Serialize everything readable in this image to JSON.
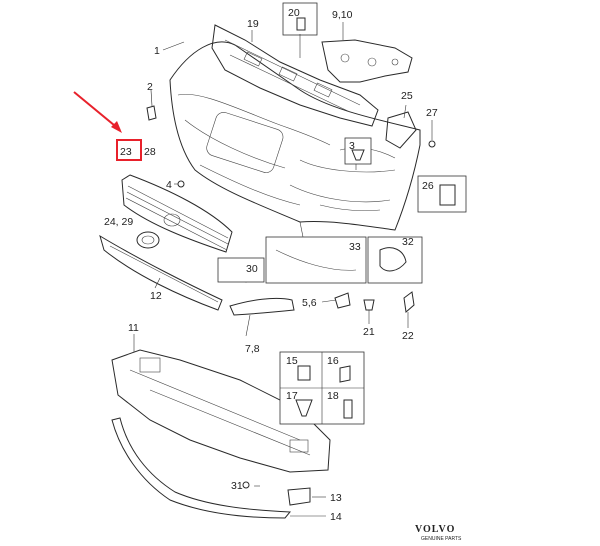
{
  "diagram": {
    "part_labels": {
      "p1": "1",
      "p2": "2",
      "p3": "3",
      "p4": "4",
      "p5_6": "5,6",
      "p7_8": "7,8",
      "p9_10": "9,10",
      "p11": "11",
      "p12": "12",
      "p13": "13",
      "p14": "14",
      "p15": "15",
      "p16": "16",
      "p17": "17",
      "p18": "18",
      "p19": "19",
      "p20": "20",
      "p21": "21",
      "p22": "22",
      "p23": "23",
      "p28": "28",
      "p24_29": "24, 29",
      "p25": "25",
      "p26": "26",
      "p27": "27",
      "p30": "30",
      "p31": "31",
      "p32": "32",
      "p33": "33"
    },
    "highlight": {
      "part": "23",
      "color": "#e8212b"
    },
    "brand": {
      "name": "VOLVO",
      "tagline": "GENUINE PARTS",
      "code": ""
    }
  }
}
